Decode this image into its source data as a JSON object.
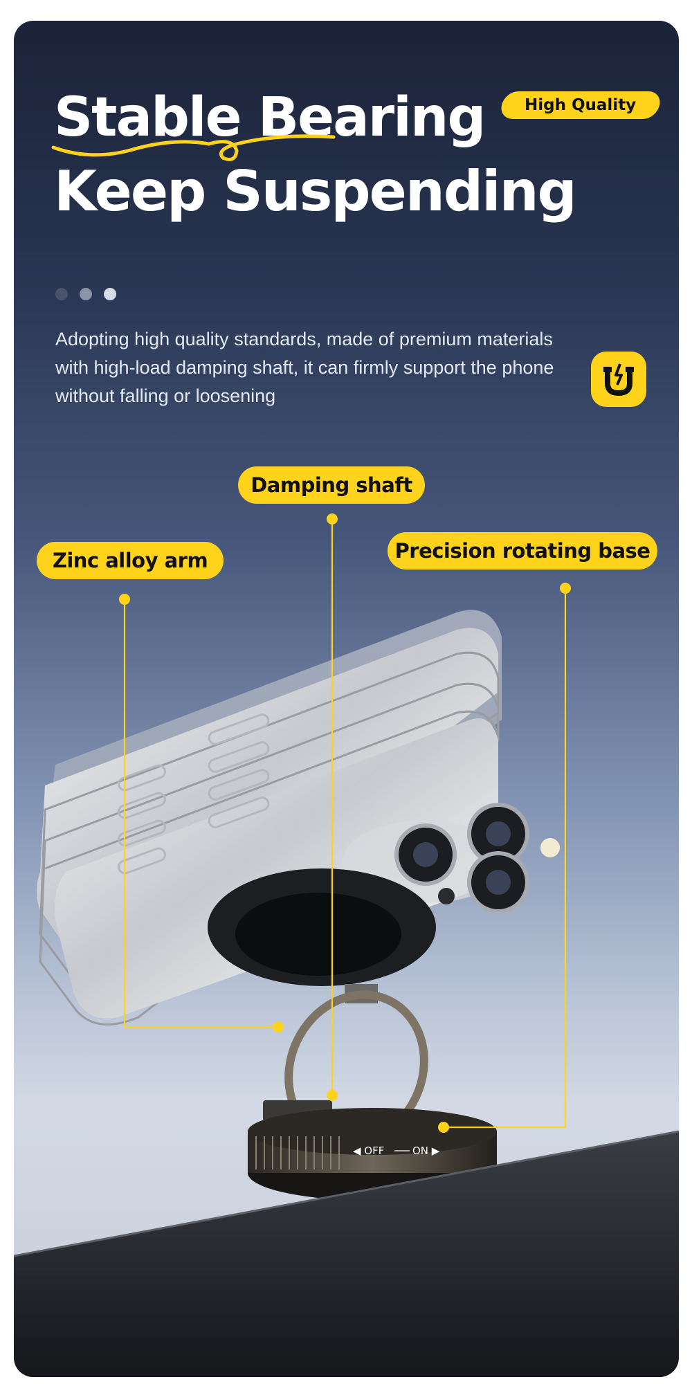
{
  "header": {
    "title_line1": "Stable Bearing",
    "title_line2": "Keep Suspending",
    "badge": "High Quality"
  },
  "description": {
    "lines": [
      "Adopting high quality standards, made of premium materials",
      "with high-load damping shaft, it can firmly support the phone",
      "without falling or loosening"
    ]
  },
  "labels": {
    "damping_shaft": "Damping shaft",
    "zinc_alloy_arm": "Zinc alloy arm",
    "precision_rotating_base": "Precision rotating base"
  },
  "dial": {
    "off": "◀ OFF",
    "on": "ON ▶"
  },
  "icons": {
    "magnet": "magnet-icon"
  },
  "colors": {
    "accent": "#ffd21c",
    "background_top": "#1b2338",
    "background_bottom": "#d2d9e4"
  }
}
